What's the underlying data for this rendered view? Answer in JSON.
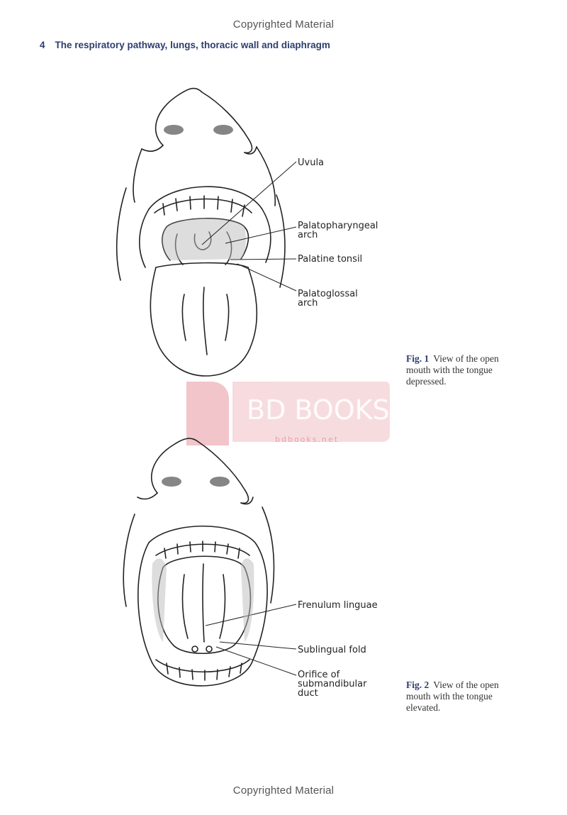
{
  "page": {
    "copyright_top": "Copyrighted Material",
    "copyright_bottom": "Copyrighted Material",
    "page_number": "4",
    "running_head": "The respiratory pathway, lungs, thoracic wall and diaphragm"
  },
  "watermark": {
    "brand": "BD BOOKS",
    "url": "bdbooks.net",
    "color": "#e8a0a8"
  },
  "figure1": {
    "labels": {
      "uvula": "Uvula",
      "palatopharyngeal_1": "Palatopharyngeal",
      "palatopharyngeal_2": "arch",
      "palatine_tonsil": "Palatine tonsil",
      "palatoglossal_1": "Palatoglossal",
      "palatoglossal_2": "arch"
    },
    "caption_num": "Fig. 1",
    "caption_text": "View of the open mouth with the tongue depressed."
  },
  "figure2": {
    "labels": {
      "frenulum": "Frenulum linguae",
      "sublingual": "Sublingual fold",
      "orifice_1": "Orifice of",
      "orifice_2": "submandibular",
      "orifice_3": "duct"
    },
    "caption_num": "Fig. 2",
    "caption_text": "View of the open mouth with the tongue elevated."
  },
  "colors": {
    "heading": "#2c3e6e",
    "line": "#222222"
  }
}
